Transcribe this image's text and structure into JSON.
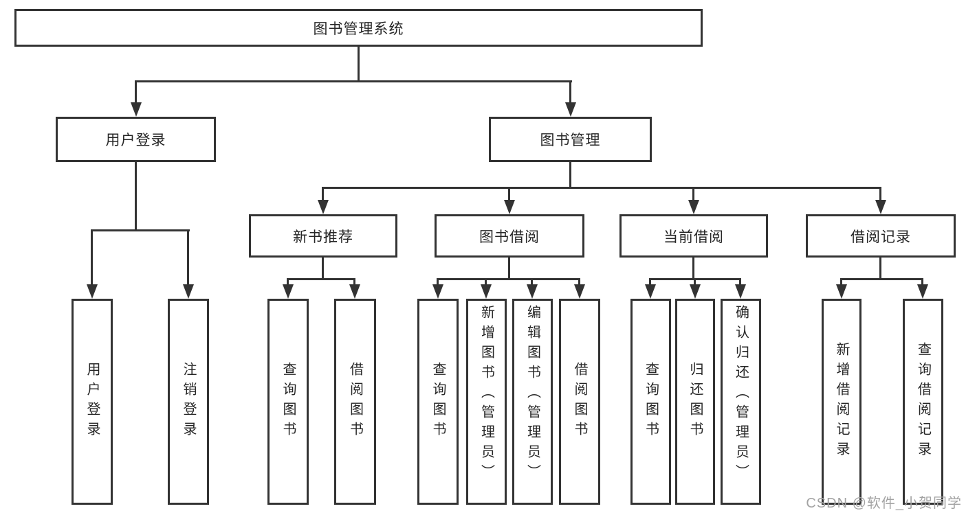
{
  "diagram": {
    "watermark": "CSDN @软件_小贺同学",
    "colors": {
      "line": "#333333",
      "text": "#262626",
      "watermark": "#a3a3a3",
      "background": "#ffffff"
    },
    "tree": {
      "label": "图书管理系统",
      "children": [
        {
          "label": "用户登录",
          "children": [
            {
              "label": "用户登录"
            },
            {
              "label": "注销登录"
            }
          ]
        },
        {
          "label": "图书管理",
          "children": [
            {
              "label": "新书推荐",
              "children": [
                {
                  "label": "查询图书"
                },
                {
                  "label": "借阅图书"
                }
              ]
            },
            {
              "label": "图书借阅",
              "children": [
                {
                  "label": "查询图书"
                },
                {
                  "label": "新增图书（管理员）"
                },
                {
                  "label": "编辑图书（管理员）"
                },
                {
                  "label": "借阅图书"
                }
              ]
            },
            {
              "label": "当前借阅",
              "children": [
                {
                  "label": "查询图书"
                },
                {
                  "label": "归还图书"
                },
                {
                  "label": "确认归还（管理员）"
                }
              ]
            },
            {
              "label": "借阅记录",
              "children": [
                {
                  "label": "新增借阅记录"
                },
                {
                  "label": "查询借阅记录"
                }
              ]
            }
          ]
        }
      ]
    }
  }
}
